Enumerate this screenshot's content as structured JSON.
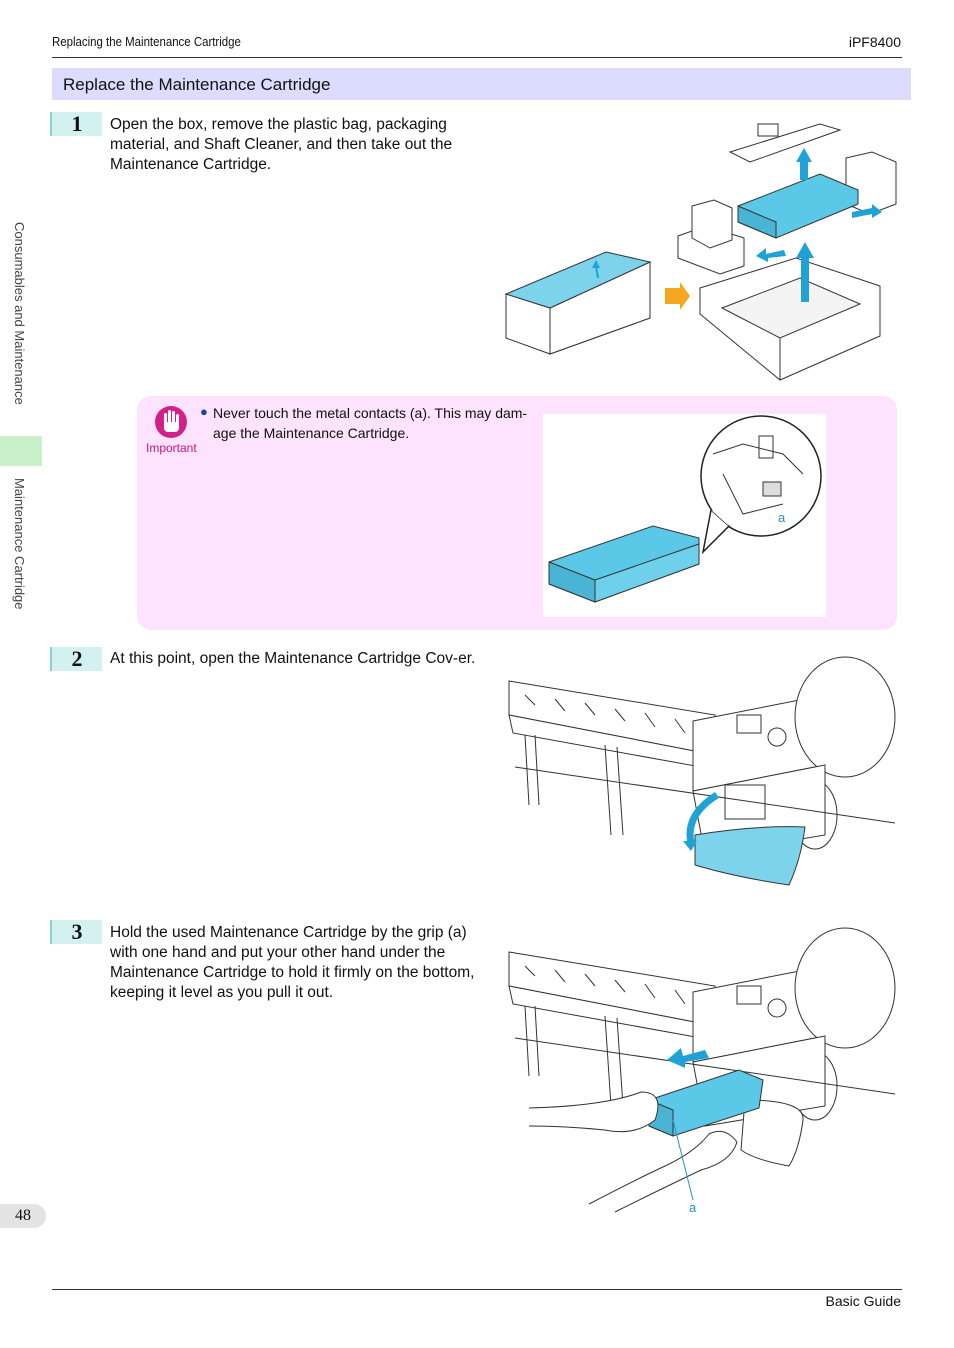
{
  "header": {
    "section_name": "Replacing the Maintenance Cartridge",
    "model": "iPF8400"
  },
  "section": {
    "title": "Replace the Maintenance Cartridge"
  },
  "side_tab": {
    "chapter": "Consumables and Maintenance",
    "current": "Maintenance Cartridge",
    "active_color": "#c9f0c9"
  },
  "steps": [
    {
      "number": "1",
      "text": "Open the box, remove the plastic bag, packaging material, and Shaft Cleaner, and then take out the Maintenance Cartridge."
    },
    {
      "number": "2",
      "text": "At this point, open the Maintenance Cartridge Cov-er."
    },
    {
      "number": "3",
      "text": "Hold the used Maintenance Cartridge by the grip (a) with one hand and put your other hand under the Maintenance Cartridge to hold it firmly on the bottom, keeping it level as you pull it out."
    }
  ],
  "important": {
    "label": "Important",
    "text": "Never touch the metal contacts (a). This may dam-age the Maintenance Cartridge.",
    "callout_label": "a",
    "bg_color": "#fde3fd",
    "icon_color": "#d1208a"
  },
  "figures": {
    "step3_callout_label": "a",
    "accent_color": "#5cc8e8",
    "arrow_color": "#1fa3d6",
    "arrow_orange": "#f5a623"
  },
  "footer": {
    "page_number": "48",
    "guide_name": "Basic Guide"
  }
}
